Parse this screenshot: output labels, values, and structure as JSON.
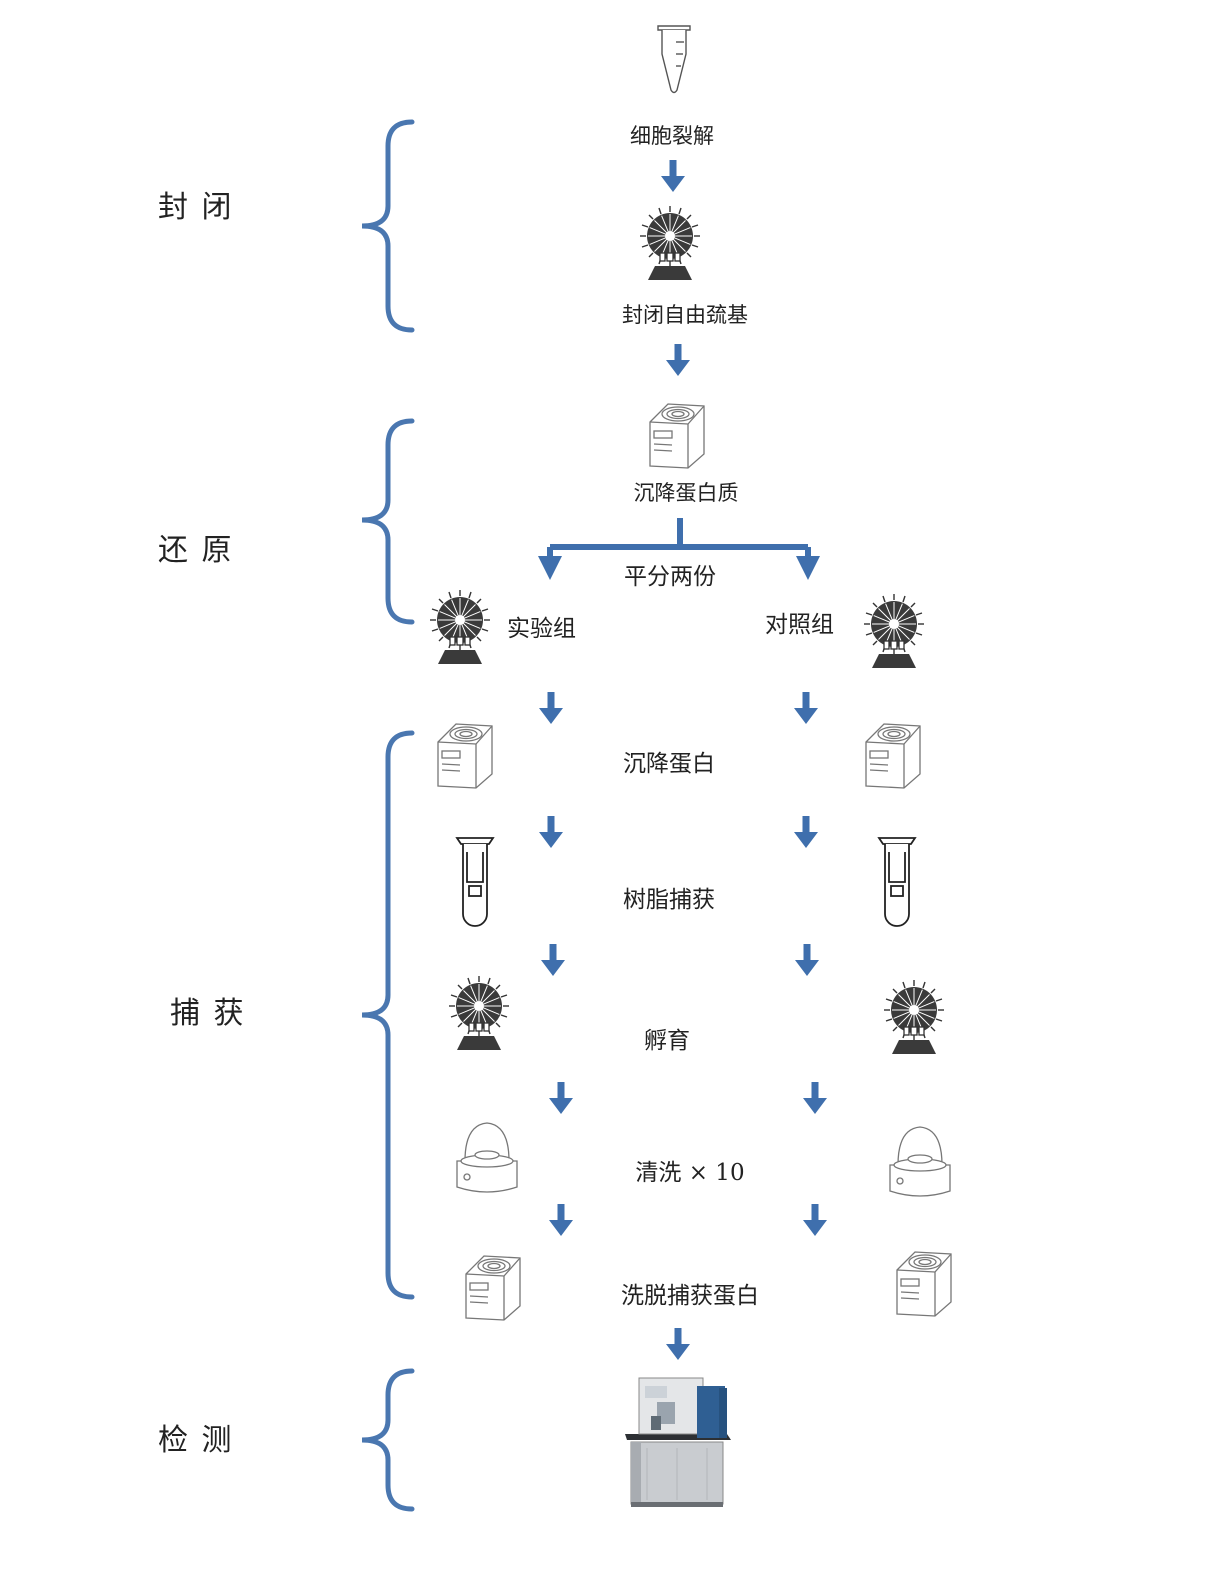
{
  "colors": {
    "arrow": "#3f6fad",
    "brace": "#4a77b0",
    "icon_stroke": "#333333",
    "icon_fill": "#3a3a3a"
  },
  "stages": {
    "block": "封 闭",
    "reduce": "还 原",
    "capture": "捕 获",
    "detect": "检 测"
  },
  "steps": {
    "lysis": "细胞裂解",
    "block_thiol": "封闭自由巯基",
    "precipitate_protein": "沉降蛋白质",
    "split": "平分两份",
    "experiment_group": "实验组",
    "control_group": "对照组",
    "precipitate": "沉降蛋白",
    "resin_capture": "树脂捕获",
    "incubate": "孵育",
    "wash": "清洗 × 10",
    "elute": "洗脱捕获蛋白"
  },
  "icons": {
    "tube": "microcentrifuge-tube-icon",
    "rotator": "rotator-mixer-icon",
    "centrifuge": "centrifuge-icon",
    "spin_column": "spin-column-tube-icon",
    "mini_centrifuge": "mini-centrifuge-icon",
    "mass_spec": "mass-spectrometer-icon"
  }
}
